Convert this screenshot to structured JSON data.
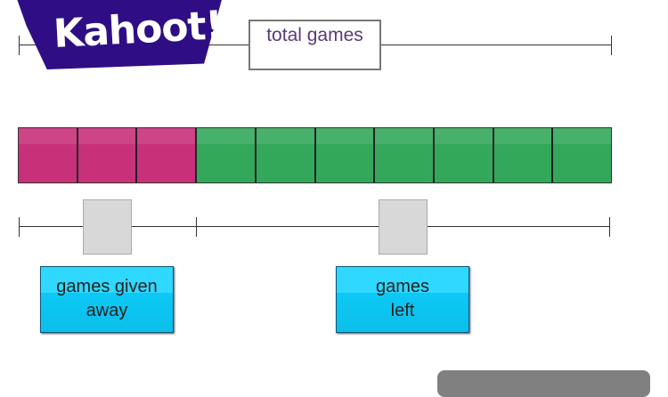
{
  "logo": {
    "text": "Kahoot!",
    "color": "#2f0e85"
  },
  "top_label": "total games",
  "bar": {
    "total_cells": 10,
    "given_away_cells": 3,
    "left_cells": 7,
    "given_color": "#c8307a",
    "left_color": "#33a85a"
  },
  "labels": {
    "given_away": "games given away",
    "left": "games left"
  }
}
